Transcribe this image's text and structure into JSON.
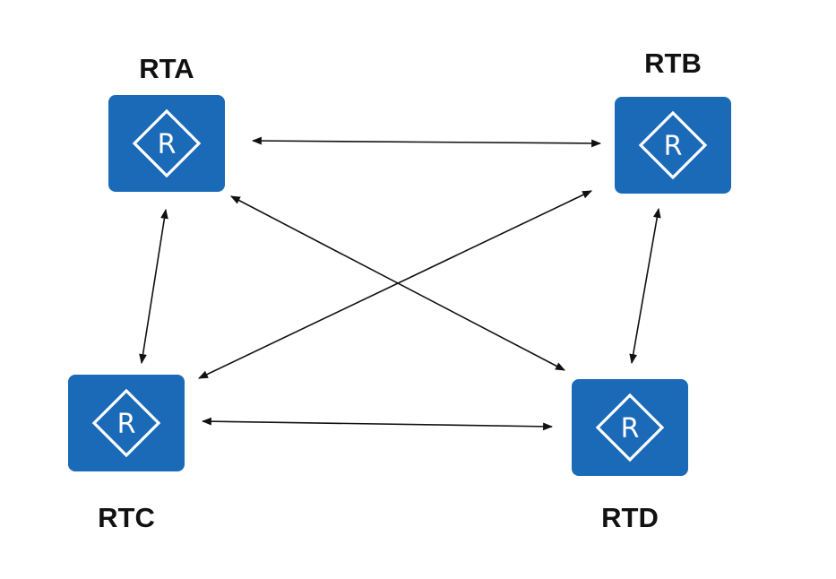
{
  "diagram": {
    "type": "network-topology",
    "colors": {
      "router_fill": "#1b6ab8",
      "router_symbol": "#ffffff",
      "link": "#111111",
      "label": "#111111"
    },
    "router_icon": "router-icon",
    "router_icon_letter": "R",
    "routers": [
      {
        "id": "rta",
        "label": "RTA"
      },
      {
        "id": "rtb",
        "label": "RTB"
      },
      {
        "id": "rtc",
        "label": "RTC"
      },
      {
        "id": "rtd",
        "label": "RTD"
      }
    ],
    "links": [
      {
        "from": "rta",
        "to": "rtb",
        "bidirectional": true
      },
      {
        "from": "rta",
        "to": "rtc",
        "bidirectional": true
      },
      {
        "from": "rta",
        "to": "rtd",
        "bidirectional": true
      },
      {
        "from": "rtb",
        "to": "rtc",
        "bidirectional": true
      },
      {
        "from": "rtb",
        "to": "rtd",
        "bidirectional": true
      },
      {
        "from": "rtc",
        "to": "rtd",
        "bidirectional": true
      }
    ]
  }
}
